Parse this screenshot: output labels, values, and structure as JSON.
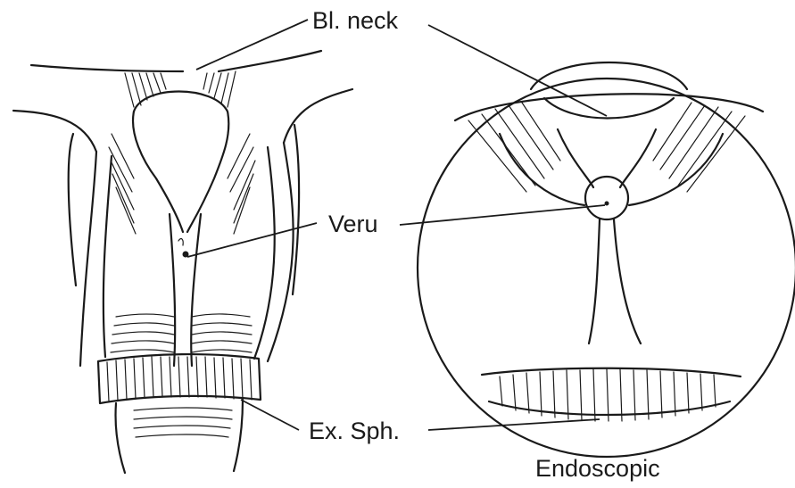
{
  "labels": {
    "bladder_neck": "Bl. neck",
    "veru": "Veru",
    "external_sphincter": "Ex. Sph.",
    "endoscopic": "Endoscopic"
  },
  "colors": {
    "ink": "#1a1a1a",
    "background": "#ffffff"
  }
}
